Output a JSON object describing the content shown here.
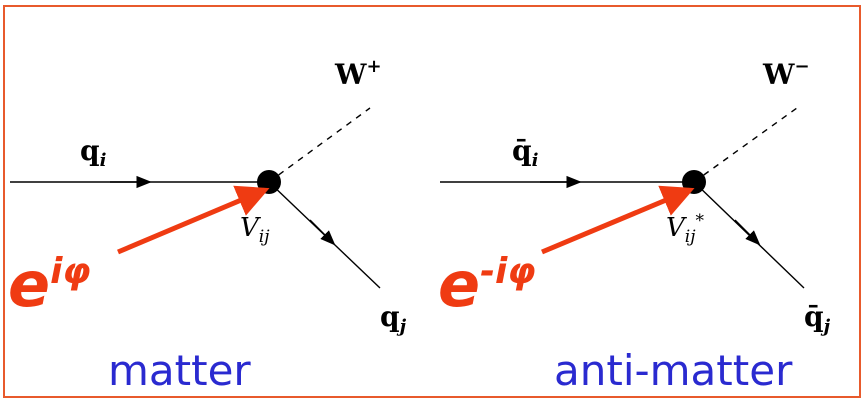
{
  "colors": {
    "frame": "#e85a2c",
    "accent": "#ef3b12",
    "caption": "#2a2ad0",
    "line": "#000000"
  },
  "diagrams": [
    {
      "incoming_label": "q",
      "incoming_sub": "i",
      "boson_label": "W",
      "boson_sign": "+",
      "outgoing_label": "q",
      "outgoing_sub": "j",
      "coupling_label": "V",
      "coupling_sub": "ij",
      "coupling_star": "",
      "phase_base": "e",
      "phase_exp": "iφ",
      "caption": "matter"
    },
    {
      "incoming_label": "q̄",
      "incoming_sub": "i",
      "boson_label": "W",
      "boson_sign": "−",
      "outgoing_label": "q̄",
      "outgoing_sub": "j",
      "coupling_label": "V",
      "coupling_sub": "ij",
      "coupling_star": "*",
      "phase_base": "e",
      "phase_exp": "-iφ",
      "caption": "anti-matter"
    }
  ]
}
